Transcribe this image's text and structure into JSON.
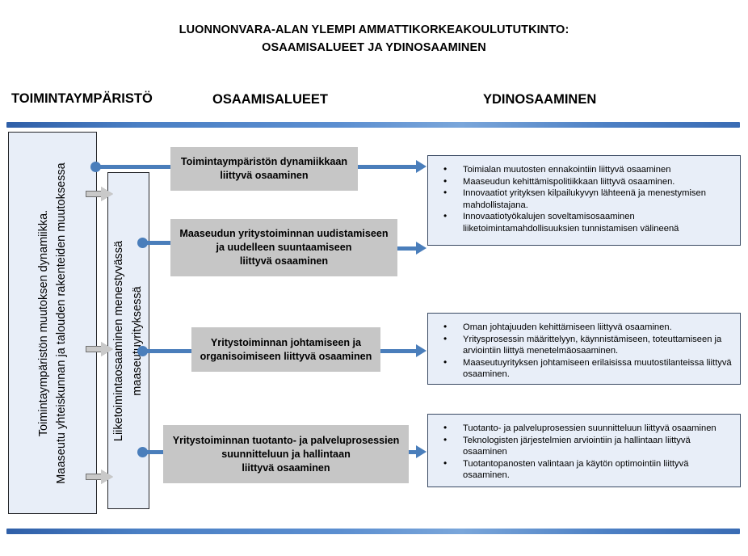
{
  "title": {
    "line1": "LUONNONVARA-ALAN YLEMPI AMMATTIKORKEAKOULUTUTKINTO:",
    "line2": "OSAAMISALUEET JA YDINOSAAMINEN"
  },
  "headers": {
    "left": "TOIMINTAYMPÄRISTÖ",
    "middle": "OSAAMISALUEET",
    "right": "YDINOSAAMINEN"
  },
  "environment_box": {
    "line1": "Toimintaympäristön muutoksen dynamiikka.",
    "line2": "Maaseutu yhteiskunnan ja talouden rakenteiden muutoksessa"
  },
  "competence_box": {
    "line1": "Liiketoimintaosaaminen menestyvässä",
    "line2": "maaseutuyrityksessä"
  },
  "competence_areas": [
    {
      "id": "dynamiikka",
      "line1": "Toimintaympäristön dynamiikkaan",
      "line2": "liittyvä osaaminen",
      "line3": ""
    },
    {
      "id": "uudistaminen",
      "line1": "Maaseudun yritystoiminnan uudistamiseen",
      "line2": "ja uudelleen suuntaamiseen",
      "line3": "liittyvä osaaminen"
    },
    {
      "id": "johtaminen",
      "line1": "Yritystoiminnan johtamiseen  ja",
      "line2": "organisoimiseen liittyvä osaaminen",
      "line3": ""
    },
    {
      "id": "tuotanto",
      "line1": "Yritystoiminnan tuotanto- ja palveluprosessien",
      "line2": "suunnitteluun ja hallintaan",
      "line3": "liittyvä osaaminen"
    }
  ],
  "core_competences": [
    {
      "id": "box-1",
      "items": [
        "Toimialan muutosten ennakointiin liittyvä osaaminen",
        "Maaseudun kehittämispolitiikkaan liittyvä osaaminen.",
        "Innovaatiot yrityksen kilpailukyvyn lähteenä ja menestymisen mahdollistajana.",
        "Innovaatiotyökalujen soveltamisosaaminen liiketoimintamahdollisuuksien tunnistamisen välineenä"
      ]
    },
    {
      "id": "box-2",
      "items": [
        "Oman johtajuuden kehittämiseen liittyvä osaaminen.",
        "Yritysprosessin määrittelyyn, käynnistämiseen, toteuttamiseen ja arviointiin liittyä menetelmäosaaminen.",
        "Maaseutuyrityksen johtamiseen erilaisissa muutostilanteissa liittyvä osaaminen."
      ]
    },
    {
      "id": "box-3",
      "items": [
        "Tuotanto- ja palveluprosessien suunnitteluun liittyvä osaaminen",
        "Teknologisten järjestelmien arviointiin ja hallintaan liittyvä osaaminen",
        "Tuotantopanosten valintaan ja käytön optimointiin liittyvä osaaminen."
      ]
    }
  ],
  "colors": {
    "accent_blue": "#4a7ebb",
    "rule_blue": "#3a6cb4",
    "box_fill": "#e8eef8",
    "gray_fill": "#c6c6c6",
    "arrow_gray": "#c9c9c9"
  }
}
